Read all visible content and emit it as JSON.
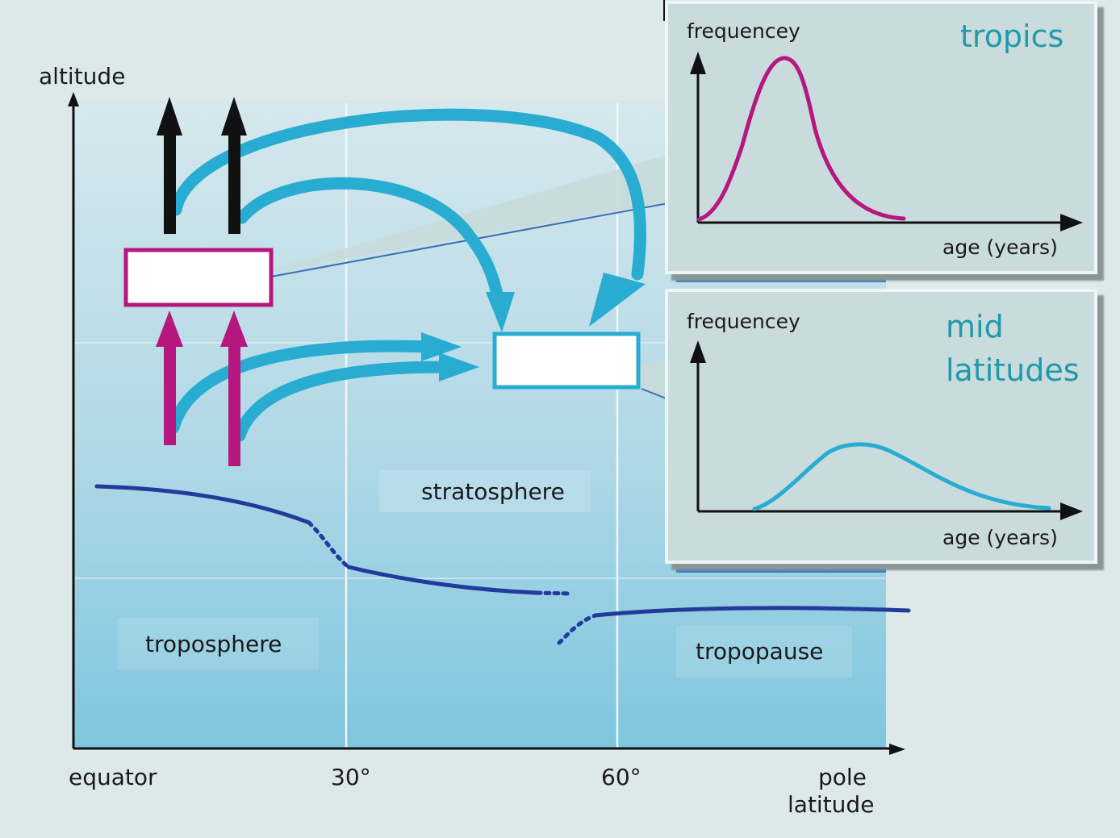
{
  "main_axes": {
    "y_label": "altitude",
    "x_ticks": [
      "equator",
      "30°",
      "60°",
      "pole"
    ],
    "x_label": "latitude"
  },
  "regions": {
    "stratosphere": "stratosphere",
    "troposphere": "troposphere",
    "tropopause": "tropopause"
  },
  "insets": [
    {
      "title": "tropics",
      "y_label": "frequencey",
      "x_label": "age (years)",
      "curve_color": "#b5177f"
    },
    {
      "title_lines": [
        "mid",
        "latitudes"
      ],
      "y_label": "frequencey",
      "x_label": "age (years)",
      "curve_color": "#29acd1"
    }
  ],
  "colors": {
    "background": "#dde9e9",
    "sky_top": "#d1e6ec",
    "sky_bottom": "#7fc7e0",
    "transport_arrow": "#29acd1",
    "upward_arrow_black": "#111111",
    "upward_arrow_magenta": "#b5177f",
    "tropopause_line": "#223a9a",
    "inset_title": "#1f9aa8"
  }
}
